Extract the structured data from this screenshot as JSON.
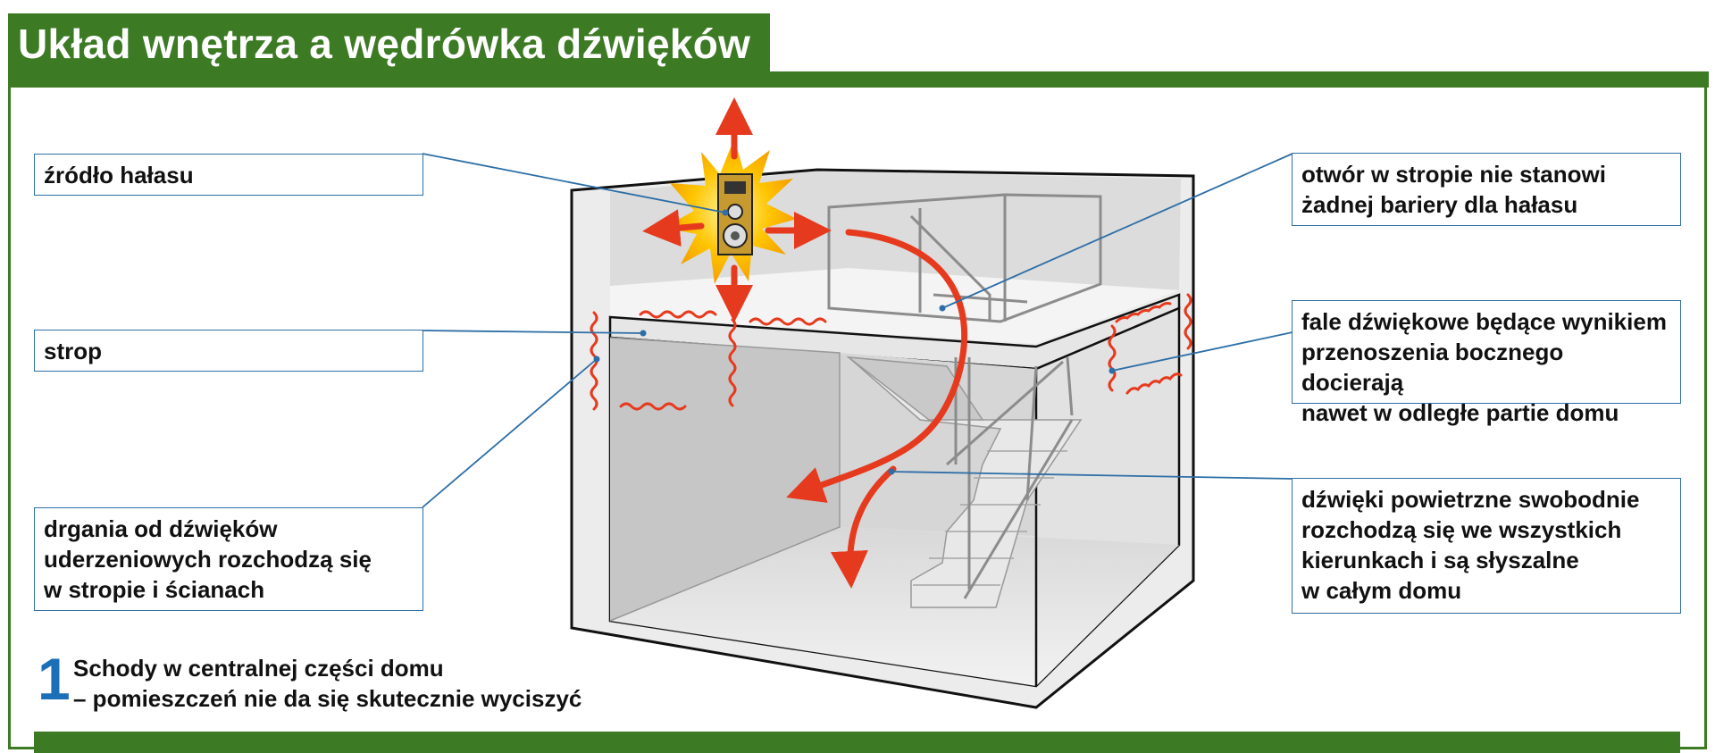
{
  "title": "Układ wnętrza a wędrówka dźwięków",
  "labels": {
    "noise_source": "źródło hałasu",
    "ceiling": "strop",
    "vibrations": "drgania od dźwięków\nuderzeniowych rozchodzą się\nw stropie i ścianach",
    "opening": "otwór w stropie nie stanowi\nżadnej bariery dla hałasu",
    "side_waves": "fale dźwiękowe będące wynikiem\nprzenoszenia bocznego docierają\nnawet w odległe partie domu",
    "airborne": "dźwięki powietrzne swobodnie\nrozchodzą się we wszystkich\nkierunkach i są słyszalne\nw całym domu"
  },
  "caption": {
    "number": "1",
    "text": "Schody w centralnej części domu\n– pomieszczeń nie da się skutecznie wyciszyć"
  },
  "colors": {
    "brand_green": "#3c7a24",
    "leader_blue": "#2e6ea6",
    "sound_red": "#e63a1e",
    "number_blue": "#1a6fb8"
  }
}
